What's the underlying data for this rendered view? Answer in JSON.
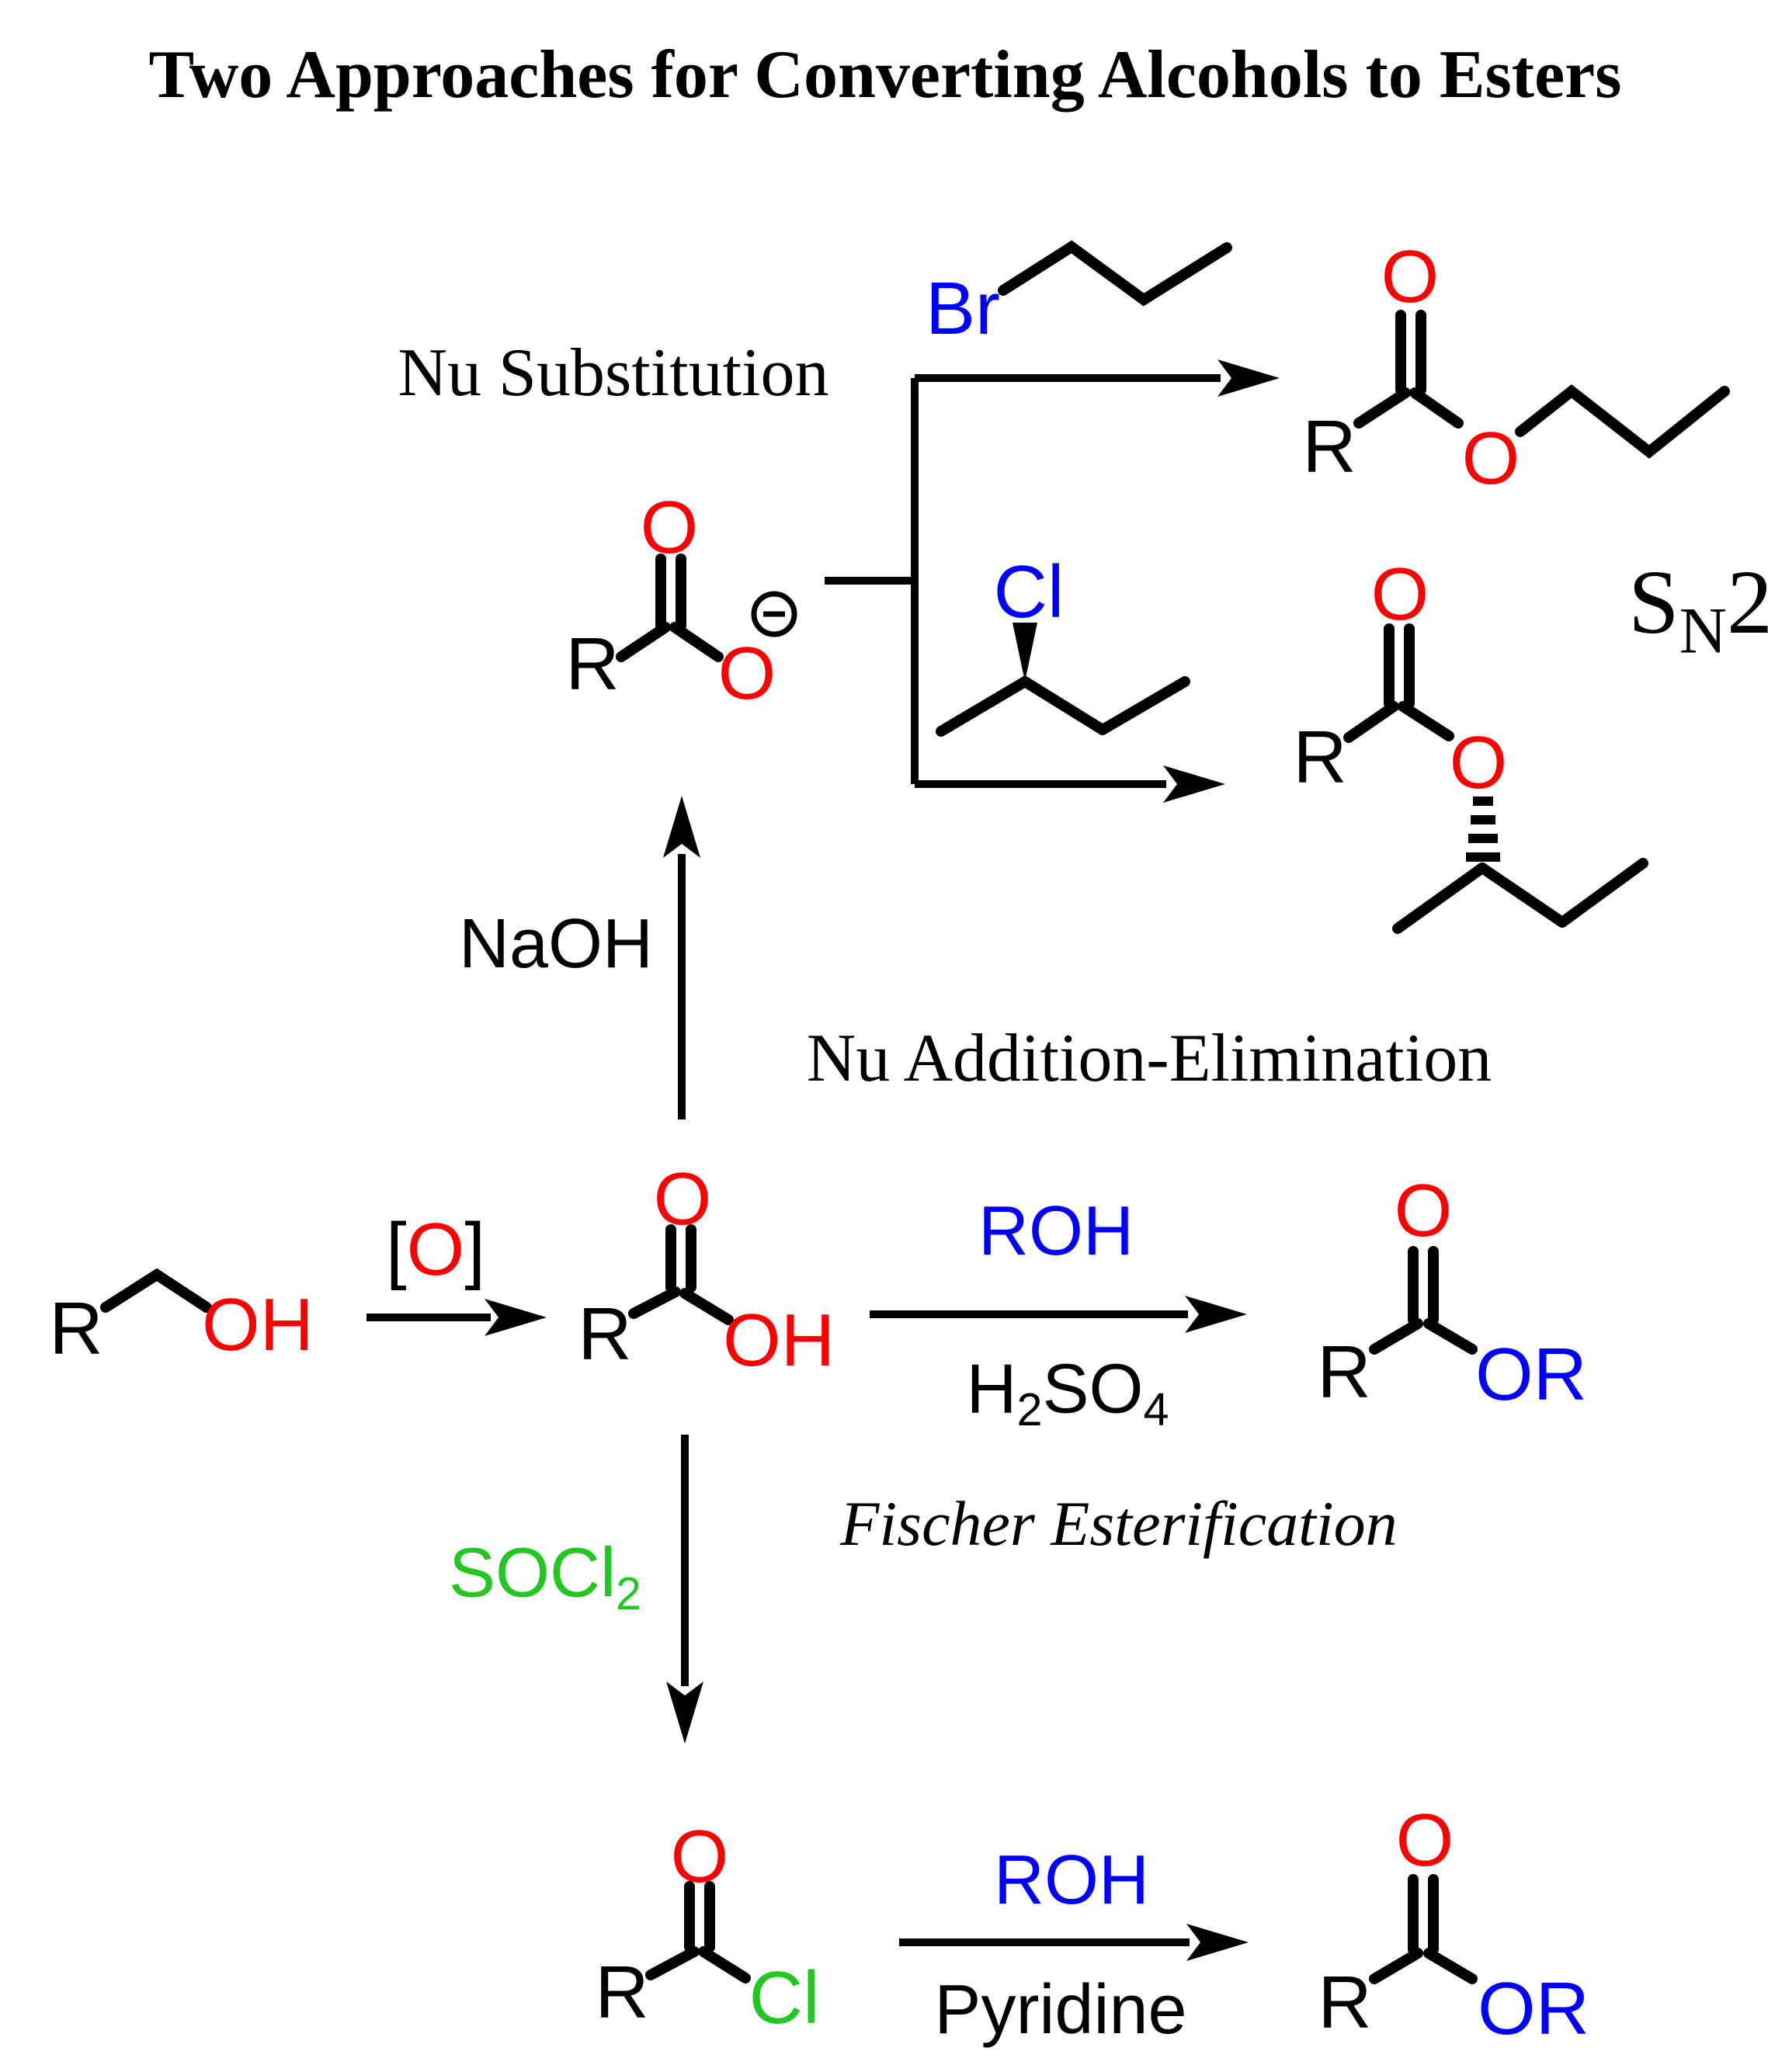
{
  "title": "Two Approaches for Converting Alcohols to Esters",
  "section_labels": {
    "nu_substitution": "Nu Substitution",
    "nu_addition_elimination": "Nu Addition-Elimination",
    "fischer_esterification": "Fischer Esterification",
    "sn2": {
      "s": "S",
      "n_sub": "N",
      "two": "2"
    }
  },
  "reagents": {
    "naoh": "NaOH",
    "oxidant": {
      "bracket_open": "[",
      "o": "O",
      "bracket_close": "]"
    },
    "roh_top": "ROH",
    "h2so4": {
      "h": "H",
      "two_sub": "2",
      "so": "SO",
      "four_sub": "4"
    },
    "socl2": {
      "socl": "SOCl",
      "two_sub": "2"
    },
    "pyridine": "Pyridine",
    "roh_bottom": "ROH"
  },
  "molecules": {
    "primary_alcohol": {
      "r": "R",
      "oh": "OH"
    },
    "carboxylic_acid": {
      "r": "R",
      "carbonyl_o": "O",
      "oh": "OH"
    },
    "carboxylate": {
      "r": "R",
      "carbonyl_o": "O",
      "anion_o": "O",
      "charge_icon": "circled-minus"
    },
    "propyl_bromide": {
      "br": "Br"
    },
    "secbutyl_chloride": {
      "cl": "Cl"
    },
    "propyl_ester": {
      "r": "R",
      "carbonyl_o": "O",
      "ester_o": "O"
    },
    "secbutyl_ester": {
      "r": "R",
      "carbonyl_o": "O",
      "ester_o": "O"
    },
    "ester_fischer": {
      "r": "R",
      "carbonyl_o": "O",
      "or": "OR"
    },
    "acid_chloride": {
      "r": "R",
      "carbonyl_o": "O",
      "cl": "Cl"
    },
    "ester_pyridine": {
      "r": "R",
      "carbonyl_o": "O",
      "or": "OR"
    }
  },
  "colors": {
    "red": "#ff0000",
    "blue": "#0000ff",
    "green": "#22c722",
    "black": "#000000"
  }
}
